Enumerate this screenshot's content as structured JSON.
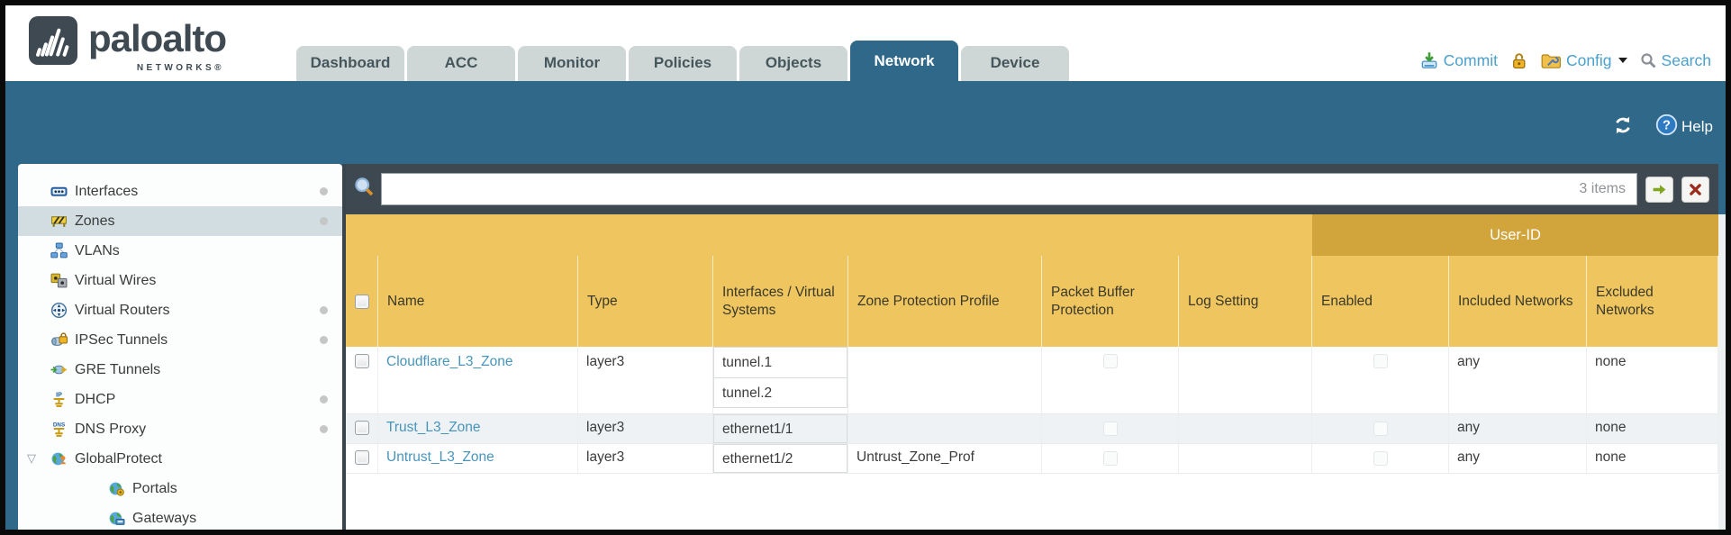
{
  "header": {
    "brand": "paloalto",
    "brand_sub": "NETWORKS®",
    "tabs": [
      {
        "label": "Dashboard",
        "active": false
      },
      {
        "label": "ACC",
        "active": false
      },
      {
        "label": "Monitor",
        "active": false
      },
      {
        "label": "Policies",
        "active": false
      },
      {
        "label": "Objects",
        "active": false
      },
      {
        "label": "Network",
        "active": true
      },
      {
        "label": "Device",
        "active": false
      }
    ],
    "utilities": {
      "commit": "Commit",
      "config": "Config",
      "search": "Search"
    }
  },
  "band": {
    "help": "Help"
  },
  "sidebar": {
    "items": [
      {
        "label": "Interfaces",
        "icon": "interfaces-icon",
        "dot": true,
        "selected": false,
        "indent": 0,
        "expander": false
      },
      {
        "label": "Zones",
        "icon": "zones-icon",
        "dot": true,
        "selected": true,
        "indent": 0,
        "expander": false
      },
      {
        "label": "VLANs",
        "icon": "vlans-icon",
        "dot": false,
        "selected": false,
        "indent": 0,
        "expander": false
      },
      {
        "label": "Virtual Wires",
        "icon": "virtual-wires-icon",
        "dot": false,
        "selected": false,
        "indent": 0,
        "expander": false
      },
      {
        "label": "Virtual Routers",
        "icon": "virtual-routers-icon",
        "dot": true,
        "selected": false,
        "indent": 0,
        "expander": false
      },
      {
        "label": "IPSec Tunnels",
        "icon": "ipsec-tunnels-icon",
        "dot": true,
        "selected": false,
        "indent": 0,
        "expander": false
      },
      {
        "label": "GRE Tunnels",
        "icon": "gre-tunnels-icon",
        "dot": false,
        "selected": false,
        "indent": 0,
        "expander": false
      },
      {
        "label": "DHCP",
        "icon": "dhcp-icon",
        "dot": true,
        "selected": false,
        "indent": 0,
        "expander": false
      },
      {
        "label": "DNS Proxy",
        "icon": "dns-proxy-icon",
        "dot": true,
        "selected": false,
        "indent": 0,
        "expander": false
      },
      {
        "label": "GlobalProtect",
        "icon": "globalprotect-icon",
        "dot": false,
        "selected": false,
        "indent": 0,
        "expander": true
      },
      {
        "label": "Portals",
        "icon": "portals-icon",
        "dot": false,
        "selected": false,
        "indent": 1,
        "expander": false
      },
      {
        "label": "Gateways",
        "icon": "gateways-icon",
        "dot": false,
        "selected": false,
        "indent": 1,
        "expander": false
      }
    ]
  },
  "toolbar": {
    "filter_value": "",
    "items_count": "3 items"
  },
  "table": {
    "group_header": "User-ID",
    "columns": [
      "Name",
      "Type",
      "Interfaces / Virtual Systems",
      "Zone Protection Profile",
      "Packet Buffer Protection",
      "Log Setting",
      "Enabled",
      "Included Networks",
      "Excluded Networks"
    ],
    "rows": [
      {
        "name": "Cloudflare_L3_Zone",
        "type": "layer3",
        "interfaces": [
          "tunnel.1",
          "tunnel.2"
        ],
        "zone_protection_profile": "",
        "packet_buffer_protection": false,
        "log_setting": "",
        "user_id_enabled": false,
        "included_networks": "any",
        "excluded_networks": "none"
      },
      {
        "name": "Trust_L3_Zone",
        "type": "layer3",
        "interfaces": [
          "ethernet1/1"
        ],
        "zone_protection_profile": "",
        "packet_buffer_protection": false,
        "log_setting": "",
        "user_id_enabled": false,
        "included_networks": "any",
        "excluded_networks": "none"
      },
      {
        "name": "Untrust_L3_Zone",
        "type": "layer3",
        "interfaces": [
          "ethernet1/2"
        ],
        "zone_protection_profile": "Untrust_Zone_Prof",
        "packet_buffer_protection": false,
        "log_setting": "",
        "user_id_enabled": false,
        "included_networks": "any",
        "excluded_networks": "none"
      }
    ]
  }
}
